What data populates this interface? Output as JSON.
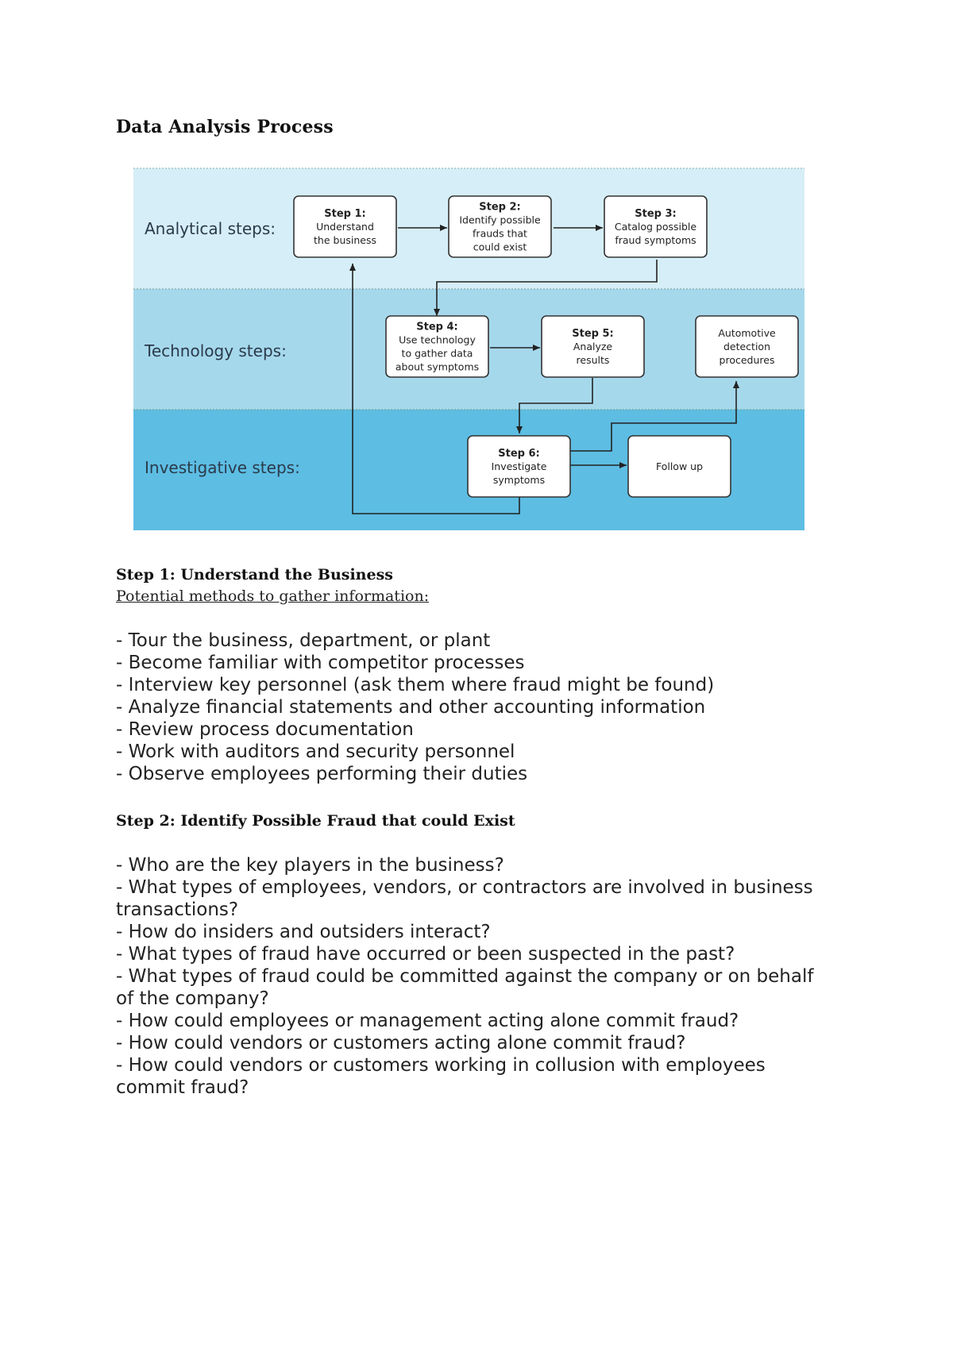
{
  "document": {
    "title": "Data Analysis Process"
  },
  "diagram": {
    "bands": [
      {
        "label": "Analytical steps:",
        "color": "#d6eef7"
      },
      {
        "label": "Technology steps:",
        "color": "#a6d8ec"
      },
      {
        "label": "Investigative steps:",
        "color": "#5dbde3"
      }
    ],
    "boxes": [
      {
        "id": "step1",
        "title": "Step 1:",
        "lines": [
          "Understand",
          "the business"
        ]
      },
      {
        "id": "step2",
        "title": "Step 2:",
        "lines": [
          "Identify possible",
          "frauds that",
          "could exist"
        ]
      },
      {
        "id": "step3",
        "title": "Step 3:",
        "lines": [
          "Catalog possible",
          "fraud symptoms"
        ]
      },
      {
        "id": "step4",
        "title": "Step 4:",
        "lines": [
          "Use technology",
          "to gather data",
          "about symptoms"
        ]
      },
      {
        "id": "step5",
        "title": "Step 5:",
        "lines": [
          "Analyze",
          "results"
        ]
      },
      {
        "id": "automotive",
        "title": "",
        "lines": [
          "Automotive",
          "detection",
          "procedures"
        ]
      },
      {
        "id": "step6",
        "title": "Step 6:",
        "lines": [
          "Investigate",
          "symptoms"
        ]
      },
      {
        "id": "followup",
        "title": "",
        "lines": [
          "Follow up"
        ]
      }
    ]
  },
  "step1": {
    "heading": "Step 1: Understand the Business",
    "subheading": "Potential methods to gather information:",
    "items": [
      "- Tour the business, department, or plant",
      "- Become familiar with competitor processes",
      "- Interview key personnel (ask them where fraud might be found)",
      "- Analyze financial statements and other accounting information",
      "- Review process documentation",
      "- Work with auditors and security personnel",
      "- Observe employees performing their duties"
    ]
  },
  "step2": {
    "heading": "Step 2: Identify Possible Fraud that could Exist",
    "items": [
      "- Who are the key players in the business?",
      "- What types of employees, vendors, or contractors are involved in business transactions?",
      "- How do insiders and outsiders interact?",
      "- What types of fraud have occurred or been suspected in the past?",
      "- What types of fraud could be committed against the company or on behalf of the company?",
      "- How could employees or management acting alone commit fraud?",
      "- How could vendors or customers acting alone commit fraud?",
      "- How could vendors or customers working in collusion with employees commit fraud?"
    ]
  }
}
